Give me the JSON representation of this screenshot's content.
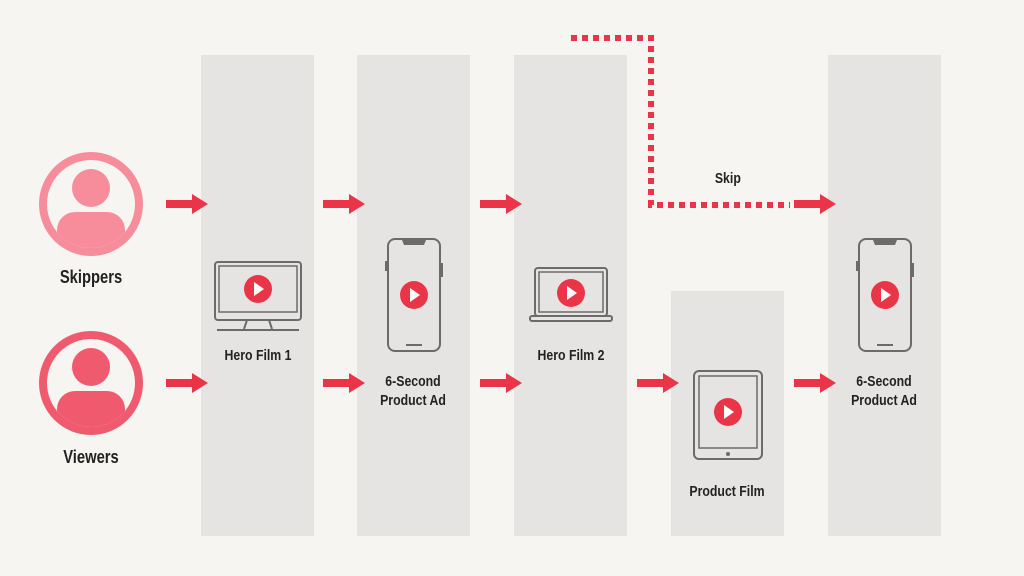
{
  "colors": {
    "background": "#f6f5f2",
    "column": "#e5e4e2",
    "accent_red": "#ea3549",
    "skippers_pink": "#f78d9b",
    "viewers_pink": "#f05a6e",
    "device_stroke": "#6b6b6b",
    "text": "#222222"
  },
  "personas": [
    {
      "label": "Skippers",
      "icon": "user-circle-icon"
    },
    {
      "label": "Viewers",
      "icon": "user-circle-icon"
    }
  ],
  "stages": [
    {
      "label": "Hero Film 1",
      "device": "desktop-monitor-icon"
    },
    {
      "label_line1": "6-Second",
      "label_line2": "Product Ad",
      "device": "smartphone-icon"
    },
    {
      "label": "Hero Film 2",
      "device": "laptop-icon"
    },
    {
      "label": "Product Film",
      "device": "tablet-icon"
    },
    {
      "label_line1": "6-Second",
      "label_line2": "Product Ad",
      "device": "smartphone-icon"
    }
  ],
  "skip_path": {
    "label": "Skip"
  },
  "play_icon": "play-button-icon"
}
